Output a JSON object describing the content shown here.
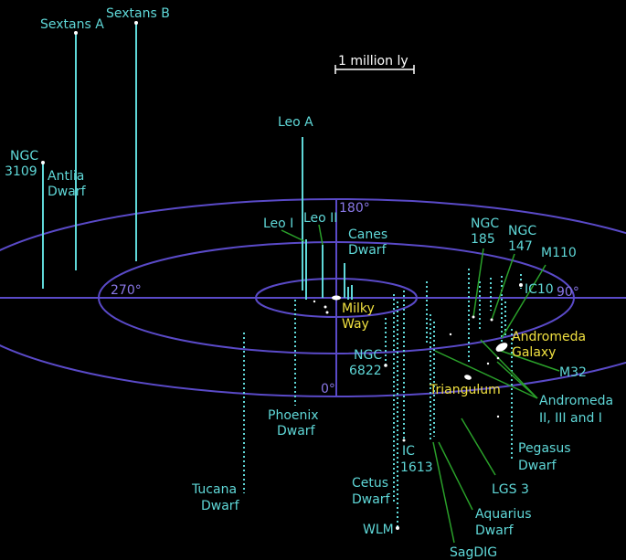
{
  "scale": {
    "label": "1 million ly"
  },
  "rings": {
    "r180": "180°",
    "r270": "270°",
    "r90": "90°",
    "r0": "0°"
  },
  "galaxies": {
    "sextans_a": "Sextans A",
    "sextans_b": "Sextans B",
    "ngc3109_l1": "NGC",
    "ngc3109_l2": "3109",
    "antlia_l1": "Antlia",
    "antlia_l2": "Dwarf",
    "leo_a": "Leo A",
    "leo_i": "Leo I",
    "leo_ii": "Leo II",
    "canes_l1": "Canes",
    "canes_l2": "Dwarf",
    "milky_l1": "Milky",
    "milky_l2": "Way",
    "ngc185_l1": "NGC",
    "ngc185_l2": "185",
    "ngc147_l1": "NGC",
    "ngc147_l2": "147",
    "m110": "M110",
    "ic10": "IC10",
    "andromeda_l1": "Andromeda",
    "andromeda_l2": "Galaxy",
    "m32": "M32",
    "ngc6822_l1": "NGC",
    "ngc6822_l2": "6822",
    "triangulum": "Triangulum",
    "andromeda_dw_l1": "Andromeda",
    "andromeda_dw_l2": "II, III and I",
    "phoenix_l1": "Phoenix",
    "phoenix_l2": "Dwarf",
    "pegasus_l1": "Pegasus",
    "pegasus_l2": "Dwarf",
    "ic1613_l1": "IC",
    "ic1613_l2": "1613",
    "lgs3": "LGS 3",
    "tucana_l1": "Tucana",
    "tucana_l2": "Dwarf",
    "cetus_l1": "Cetus",
    "cetus_l2": "Dwarf",
    "aquarius_l1": "Aquarius",
    "aquarius_l2": "Dwarf",
    "wlm": "WLM",
    "sagdig": "SagDIG"
  },
  "colors": {
    "background": "#000000",
    "rings": "#5a4ac8",
    "ring_labels": "#8a78e8",
    "labels": "#5fd8d8",
    "highlight": "#f0e040",
    "leader_lines": "#2aa02a"
  }
}
